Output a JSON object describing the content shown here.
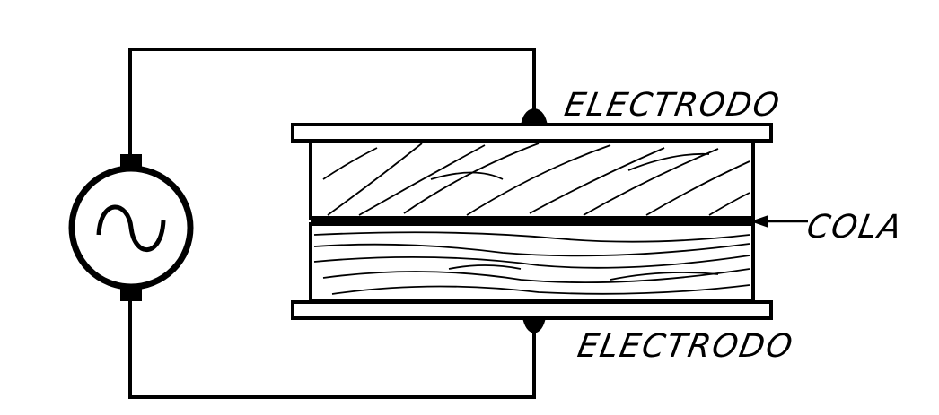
{
  "diagram": {
    "labels": {
      "top_electrode": "ELECTRODO",
      "bottom_electrode": "ELECTRODO",
      "glue": "COLA"
    },
    "source_symbol": "alternating-current-generator",
    "colors": {
      "ink": "#000000",
      "background": "#ffffff"
    }
  }
}
